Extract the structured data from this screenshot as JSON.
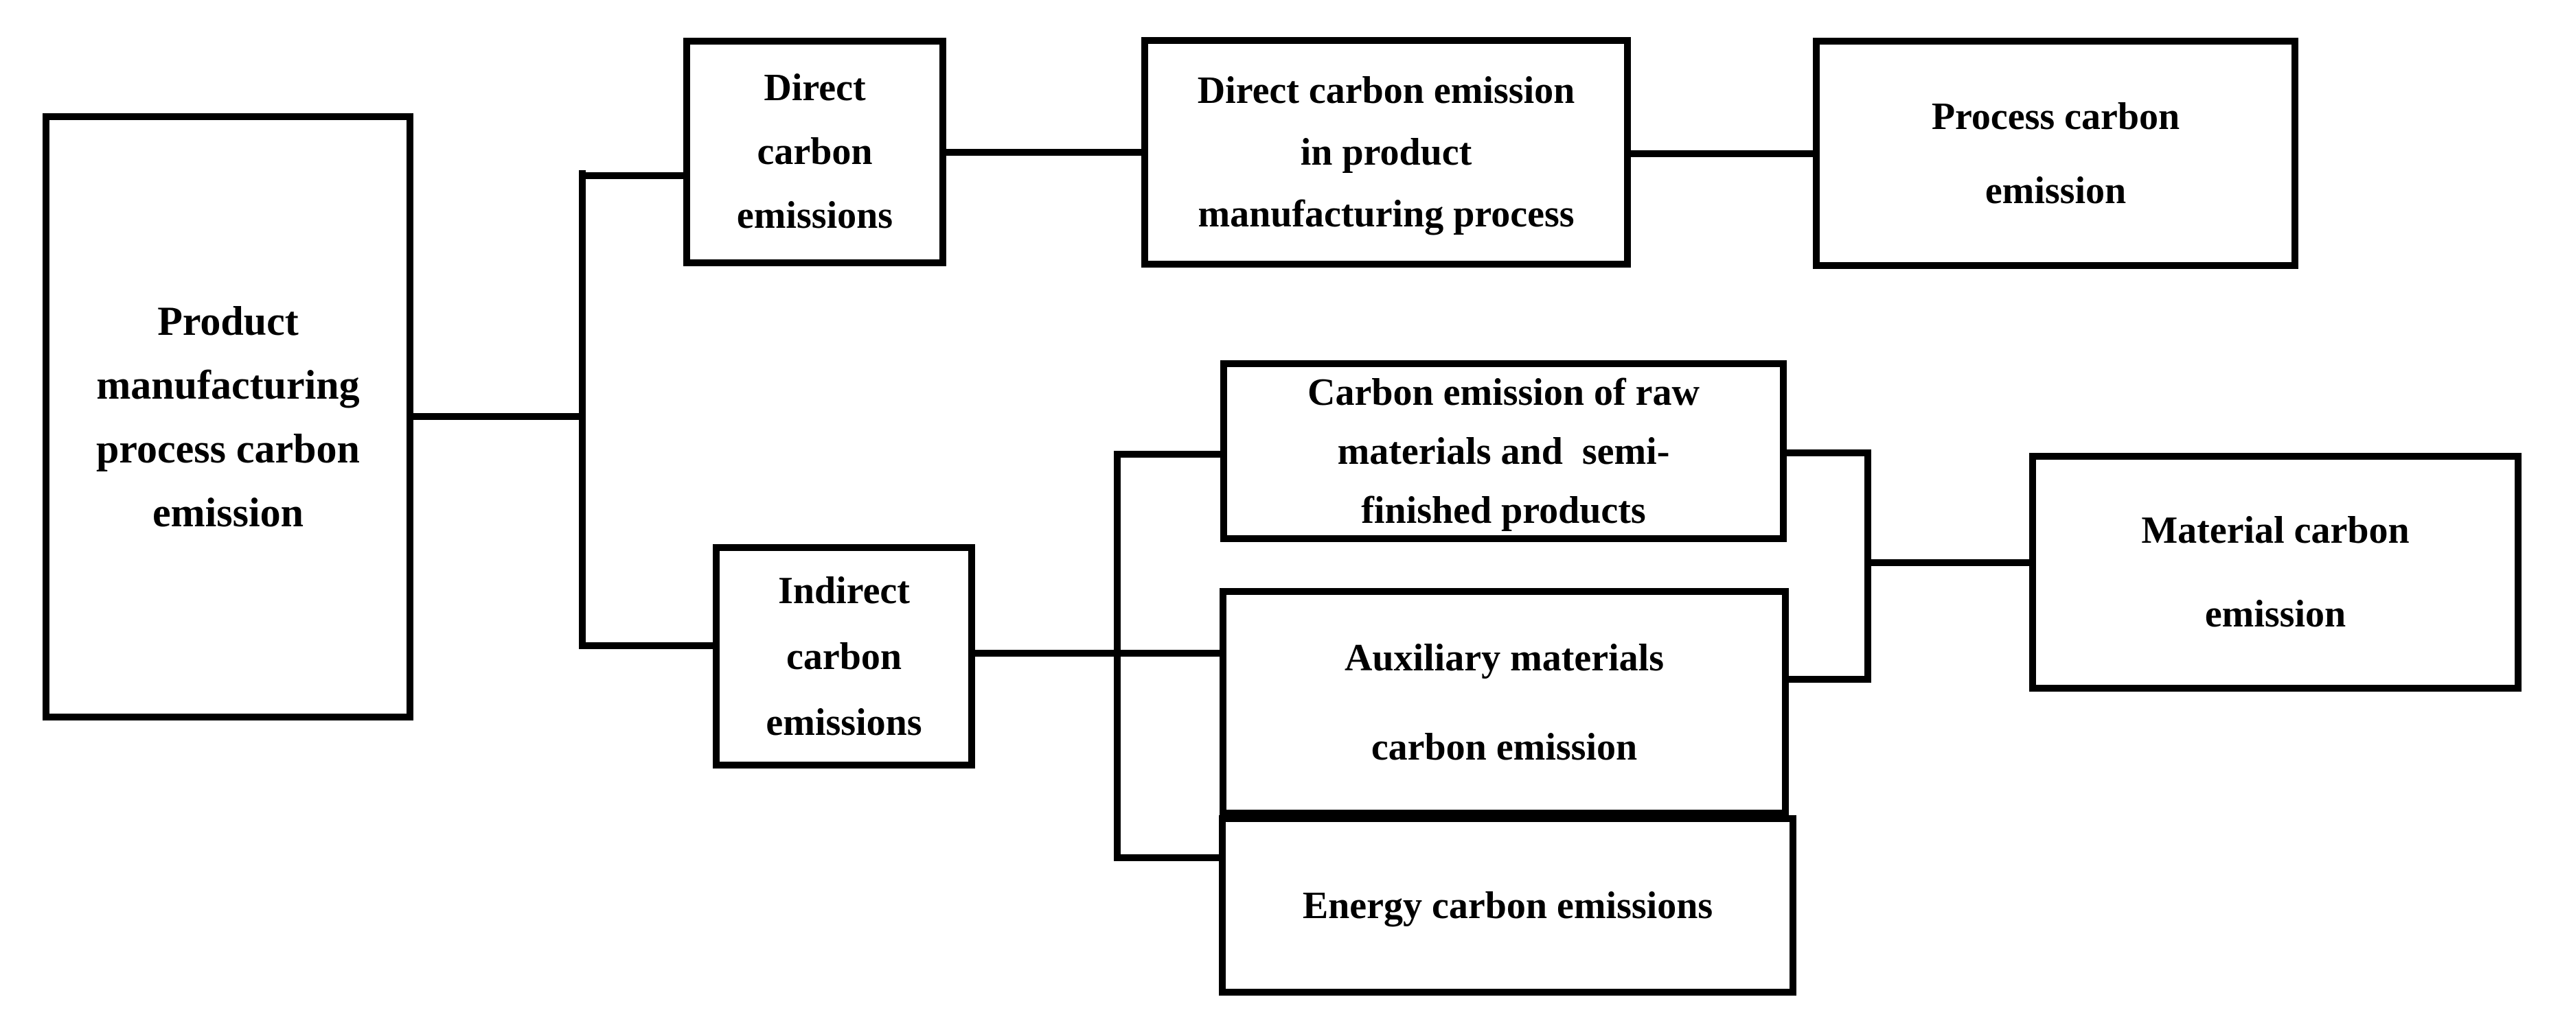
{
  "diagram": {
    "type": "flowchart",
    "orientation": "left-to-right",
    "colors": {
      "background": "#ffffff",
      "box_fill": "#ffffff",
      "box_border": "#000000",
      "line": "#000000",
      "text": "#000000"
    },
    "nodes": {
      "product": {
        "label": "Product\nmanufacturing\nprocess carbon\nemission"
      },
      "direct": {
        "label": "Direct\ncarbon\nemissions"
      },
      "direct_detail": {
        "label": "Direct carbon emission\nin product\nmanufacturing process"
      },
      "process": {
        "label": "Process carbon\nemission"
      },
      "indirect": {
        "label": "Indirect\ncarbon\nemissions"
      },
      "raw_materials": {
        "label": "Carbon emission of raw\nmaterials and  semi-\nfinished products"
      },
      "auxiliary": {
        "label": "Auxiliary materials\ncarbon emission"
      },
      "energy": {
        "label": "Energy carbon emissions"
      },
      "material": {
        "label": "Material carbon\nemission"
      }
    },
    "edges": [
      {
        "from": "product",
        "to": "direct"
      },
      {
        "from": "product",
        "to": "indirect"
      },
      {
        "from": "direct",
        "to": "direct_detail"
      },
      {
        "from": "direct_detail",
        "to": "process"
      },
      {
        "from": "indirect",
        "to": "raw_materials"
      },
      {
        "from": "indirect",
        "to": "auxiliary"
      },
      {
        "from": "indirect",
        "to": "energy"
      },
      {
        "from": "raw_materials",
        "to": "material"
      },
      {
        "from": "auxiliary",
        "to": "material"
      }
    ]
  }
}
